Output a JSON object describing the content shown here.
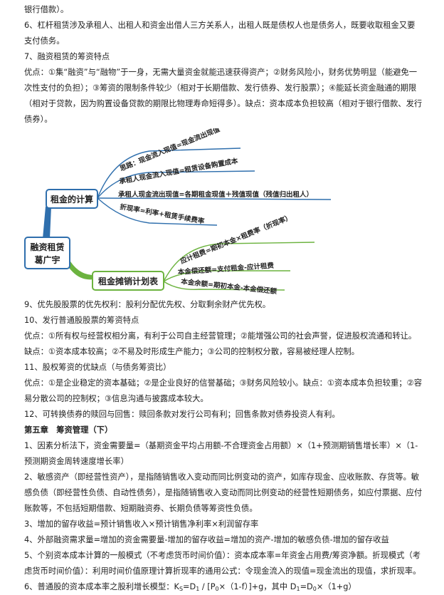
{
  "top_paragraphs": [
    "银行借款）。",
    "6、杠杆租赁涉及承租人、出租人和资金出借人三方关系人，出租人既是债权人也是债务人，既要收取租金又要支付债务。",
    "7、融资租赁的筹资特点",
    "优点：①集“融资”与“融物”于一身，无需大量资金就能迅速获得资产；②财务风险小，财务优势明显（能避免一次性支付的负担）；③筹资的限制条件较少（相对于长期借款、发行债券、发行股票）；④能延长资金融通的期限（相对于贷款，因为购置设备贷款的期限比物理寿命短得多）。缺点：资本成本负担较高（相对于银行借款、发行债券）。"
  ],
  "mindmap": {
    "root": [
      "融资租赁",
      "葛广宇"
    ],
    "branch_calc": {
      "label": "租金的计算",
      "color": "#2f6fad",
      "items": [
        "思路：现金流入现值=现金流出现值",
        "承租人现金流入现值=租赁设备购置成本",
        "承租人现金流出现值=各期租金现值＋残值现值（残值归出租人）",
        "折现率=利率+租赁手续费率"
      ]
    },
    "branch_schedule": {
      "label": "租金摊销计划表",
      "color": "#6cb33f",
      "items": [
        "应计租费=期初本金×租费率（折现率）",
        "本金偿还额=支付租金-应计租费",
        "本金余额=期初本金-本金偿还额"
      ]
    }
  },
  "bottom_paragraphs": [
    "9、优先股股票的优先权利：股利分配优先权、分取剩余财产优先权。",
    "10、发行普通股股票的筹资特点",
    "优点：①所有权与经营权相分离，有利于公司自主经营管理；②能增强公司的社会声誉，促进股权流通和转让。缺点：①资本成本较高；②不易及时形成生产能力；③公司的控制权分散，容易被经理人控制。",
    "11、股权筹资的优缺点（与债务筹资比）",
    "优点：①是企业稳定的资本基础；②是企业良好的信誉基础；③财务风险较小。缺点：①资本成本负担较重；②容易分散公司的控制权；③信息沟通与披露成本较大。",
    "12、可转换债券的赎回与回售：赎回条款对发行公司有利；回售条款对债券投资人有利。"
  ],
  "chapter_title": "第五章　筹资管理（下）",
  "chapter_paragraphs": [
    "1、因素分析法下，资金需要量=（基期资金平均占用额-不合理资金占用额）×（1+预测期销售增长率）×（1-预测期资金周转速度增长率）",
    "2、敏感资产（即经营性资产），是指随销售收入变动而同比例变动的资产，如库存现金、应收账款、存货等。敏感负债（即经营性负债、自动性债务），是指随销售收入变动而同比例变动的经营性短期债务，如应付票据、应付账款等，不包括短期借款、短期融资券、长期负债等筹资性负债。",
    "3、增加的留存收益=预计销售收入×预计销售净利率×利润留存率",
    "4、外部融资需求量=增加的资金需要量-增加的留存收益=增加的资产-增加的敏感负债-增加的留存收益",
    "5、个别资本成本计算的一般模式（不考虑货币时间价值）：资本成本率=年资金占用费/筹资净额。折现模式（考虑货币时间价值）：利用时间价值原理计算折现率的通用公式：令现金流入的现值=现金流出的现值，求折现率。"
  ],
  "formula": {
    "prefix": "6、普通股的资本成本率之股利增长模型：K",
    "s": "S",
    "a": "=D",
    "one": "1",
    "b": " / [P",
    "zero": "0",
    "c": "×（1-f）]+g，其中 D",
    "d": "=D",
    "e": "×（1+g）"
  }
}
